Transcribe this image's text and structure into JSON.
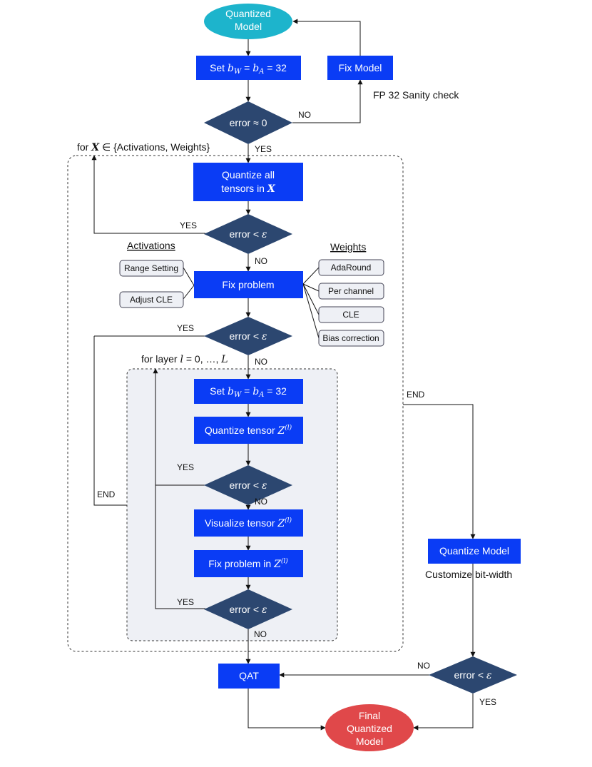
{
  "nodes": {
    "start": {
      "line1": "Quantized",
      "line2": "Model"
    },
    "set_bits_top": {
      "prefix": "Set ",
      "bw": "b",
      "bw_sub": "W",
      "mid": " = ",
      "ba": "b",
      "ba_sub": "A",
      "suffix": " = 32"
    },
    "fix_model": "Fix Model",
    "sanity_note": "FP 32 Sanity check",
    "error_top": {
      "prefix": "error ≈ 0"
    },
    "quantize_all": {
      "line1": "Quantize all",
      "line2_prefix": "tensors in ",
      "line2_var": "X"
    },
    "error_eps": {
      "prefix": "error < ",
      "var": "ε"
    },
    "activations_title": "Activations",
    "weights_title": "Weights",
    "range_setting": "Range Setting",
    "adjust_cle": "Adjust CLE",
    "fix_problem": "Fix problem",
    "adaround": "AdaRound",
    "per_channel": "Per channel",
    "cle": "CLE",
    "bias_correction": "Bias correction",
    "set_bits_inner": {
      "prefix": "Set ",
      "bw": "b",
      "bw_sub": "W",
      "mid": " = ",
      "ba": "b",
      "ba_sub": "A",
      "suffix": " = 32"
    },
    "quantize_tensor": {
      "prefix": "Quantize tensor ",
      "var": "Z",
      "sup": "(l)"
    },
    "visualize_tensor": {
      "prefix": "Visualize tensor ",
      "var": "Z",
      "sup": "(l)"
    },
    "fix_problem_z": {
      "prefix": "Fix problem in ",
      "var": "Z",
      "sup": "(l)"
    },
    "quantize_model": "Quantize Model",
    "customize_note": "Customize  bit-width",
    "qat": "QAT",
    "final": {
      "line1": "Final",
      "line2": "Quantized",
      "line3": "Model"
    }
  },
  "loops": {
    "outer_label": {
      "prefix": "for ",
      "var": "X",
      "suffix": " ∈ {Activations, Weights}"
    },
    "inner_label": {
      "prefix": "for layer ",
      "l": "l",
      "mid": " = 0, …, ",
      "L": "L"
    }
  },
  "edge_labels": {
    "yes": "YES",
    "no": "NO",
    "end": "END"
  },
  "colors": {
    "box": "#0a3cf5",
    "diamond": "#2c4770",
    "start": "#1db4cc",
    "final": "#e0484a",
    "inner_bg": "#eef0f5"
  }
}
